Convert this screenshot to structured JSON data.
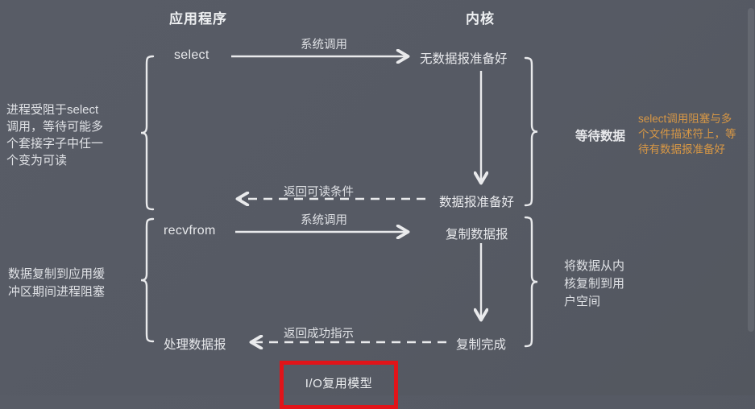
{
  "colors": {
    "background": "#575b65",
    "text": "#e9eaec",
    "accent_orange": "#d79745",
    "highlight_red": "#e11419"
  },
  "headers": {
    "application": "应用程序",
    "kernel": "内核"
  },
  "app_column": {
    "select_label": "select",
    "recvfrom_label": "recvfrom",
    "process_datagram_label": "处理数据报"
  },
  "kernel_column": {
    "no_datagram_ready": "无数据报准备好",
    "datagram_ready": "数据报准备好",
    "copy_datagram": "复制数据报",
    "copy_complete": "复制完成"
  },
  "arrow_labels": {
    "syscall_top": "系统调用",
    "return_readable": "返回可读条件",
    "syscall_bottom": "系统调用",
    "return_success": "返回成功指示"
  },
  "annotations": {
    "select_blocked": "进程受阻于select\n调用，等待可能多\n个套接字子中任一\n个变为可读",
    "copy_blocked": "数据复制到应用缓\n冲区期间进程阻塞",
    "wait_data": "等待数据",
    "select_note": "select调用阻塞与多\n个文件描述符上，等\n待有数据报准备好",
    "kernel_copy": "将数据从内\n核复制到用\n户空间"
  },
  "caption": {
    "title": "I/O复用模型"
  }
}
